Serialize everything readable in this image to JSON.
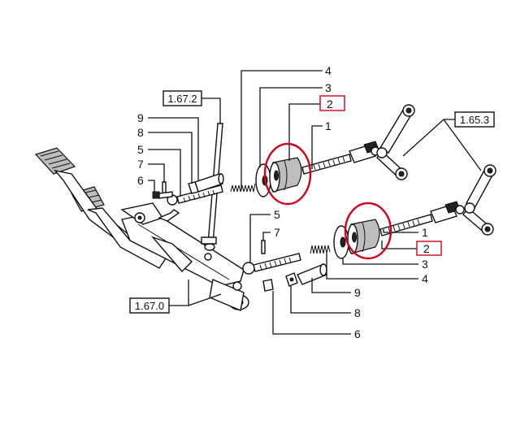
{
  "references": {
    "ref_1_67_2": "1.67.2",
    "ref_1_65_3": "1.65.3",
    "ref_1_67_0": "1.67.0"
  },
  "callouts": {
    "upper": {
      "n4": "4",
      "n3": "3",
      "n2": "2",
      "n1": "1",
      "n9": "9",
      "n8": "8",
      "n5": "5",
      "n7": "7",
      "n6": "6"
    },
    "lower": {
      "n5": "5",
      "n7": "7",
      "n1": "1",
      "n2": "2",
      "n3": "3",
      "n4": "4",
      "n9": "9",
      "n8": "8",
      "n6": "6"
    }
  },
  "highlight_color": "#d0021b"
}
